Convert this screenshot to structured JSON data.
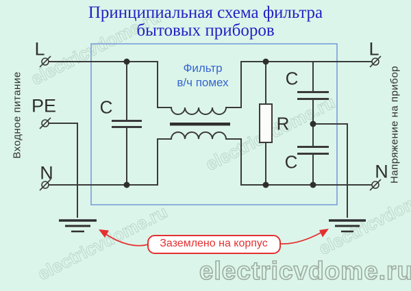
{
  "title": {
    "line1": "Принципиальная схема фильтра",
    "line2": "бытовых приборов"
  },
  "filter_box": {
    "line1": "Фильтр",
    "line2": "в/ч помех"
  },
  "left_panel": {
    "caption": "Входное питание",
    "terminals": {
      "l": "L",
      "pe": "PE",
      "n": "N"
    }
  },
  "right_panel": {
    "caption": "Напряжение на прибор",
    "terminals": {
      "l": "L",
      "n": "N"
    }
  },
  "components": {
    "cap_left": "C",
    "cap_top_right": "C",
    "cap_bottom_right": "C",
    "resistor": "R"
  },
  "callout": {
    "text": "Заземлено на корпус"
  },
  "watermark": {
    "bottom": "electricvdome.ru",
    "diagonal": "electricvdome.ru"
  },
  "colors": {
    "background": "#dcf5ea",
    "wire": "#3a3a3a",
    "title_blue": "#2222c4",
    "filter_label_blue": "#3565d0",
    "box_border_blue": "#7096d8",
    "callout_red": "#e43030",
    "watermark_gray": "#9cab9f"
  }
}
